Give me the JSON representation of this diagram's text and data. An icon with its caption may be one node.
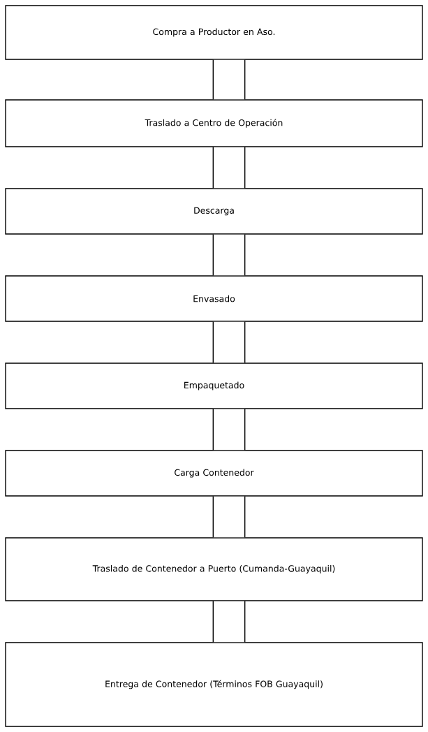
{
  "diagram": {
    "nodes": [
      {
        "text": [
          "Compra a Productor en Aso."
        ]
      },
      {
        "text": [
          "Traslado a Centro de Operación"
        ]
      },
      {
        "text": [
          "Descarga"
        ]
      },
      {
        "text": [
          "Envasado"
        ]
      },
      {
        "text": [
          "Empaquetado"
        ]
      },
      {
        "text": [
          "Carga Contenedor"
        ]
      },
      {
        "text": [
          "Traslado de Contenedor a Puerto (Cumanda-Guayaquil)"
        ]
      },
      {
        "text": [
          "Entrega de Contenedor (Términos FOB Guayaquil)"
        ]
      }
    ],
    "edges": [
      {
        "from": 0,
        "to": 1,
        "arrow": "none"
      },
      {
        "from": 1,
        "to": 2,
        "arrow": "none"
      },
      {
        "from": 2,
        "to": 3,
        "arrow": "none"
      },
      {
        "from": 3,
        "to": 4,
        "arrow": "none"
      },
      {
        "from": 4,
        "to": 5,
        "arrow": "none"
      },
      {
        "from": 5,
        "to": 6,
        "arrow": "none"
      },
      {
        "from": 6,
        "to": 7,
        "arrow": "none"
      }
    ]
  }
}
